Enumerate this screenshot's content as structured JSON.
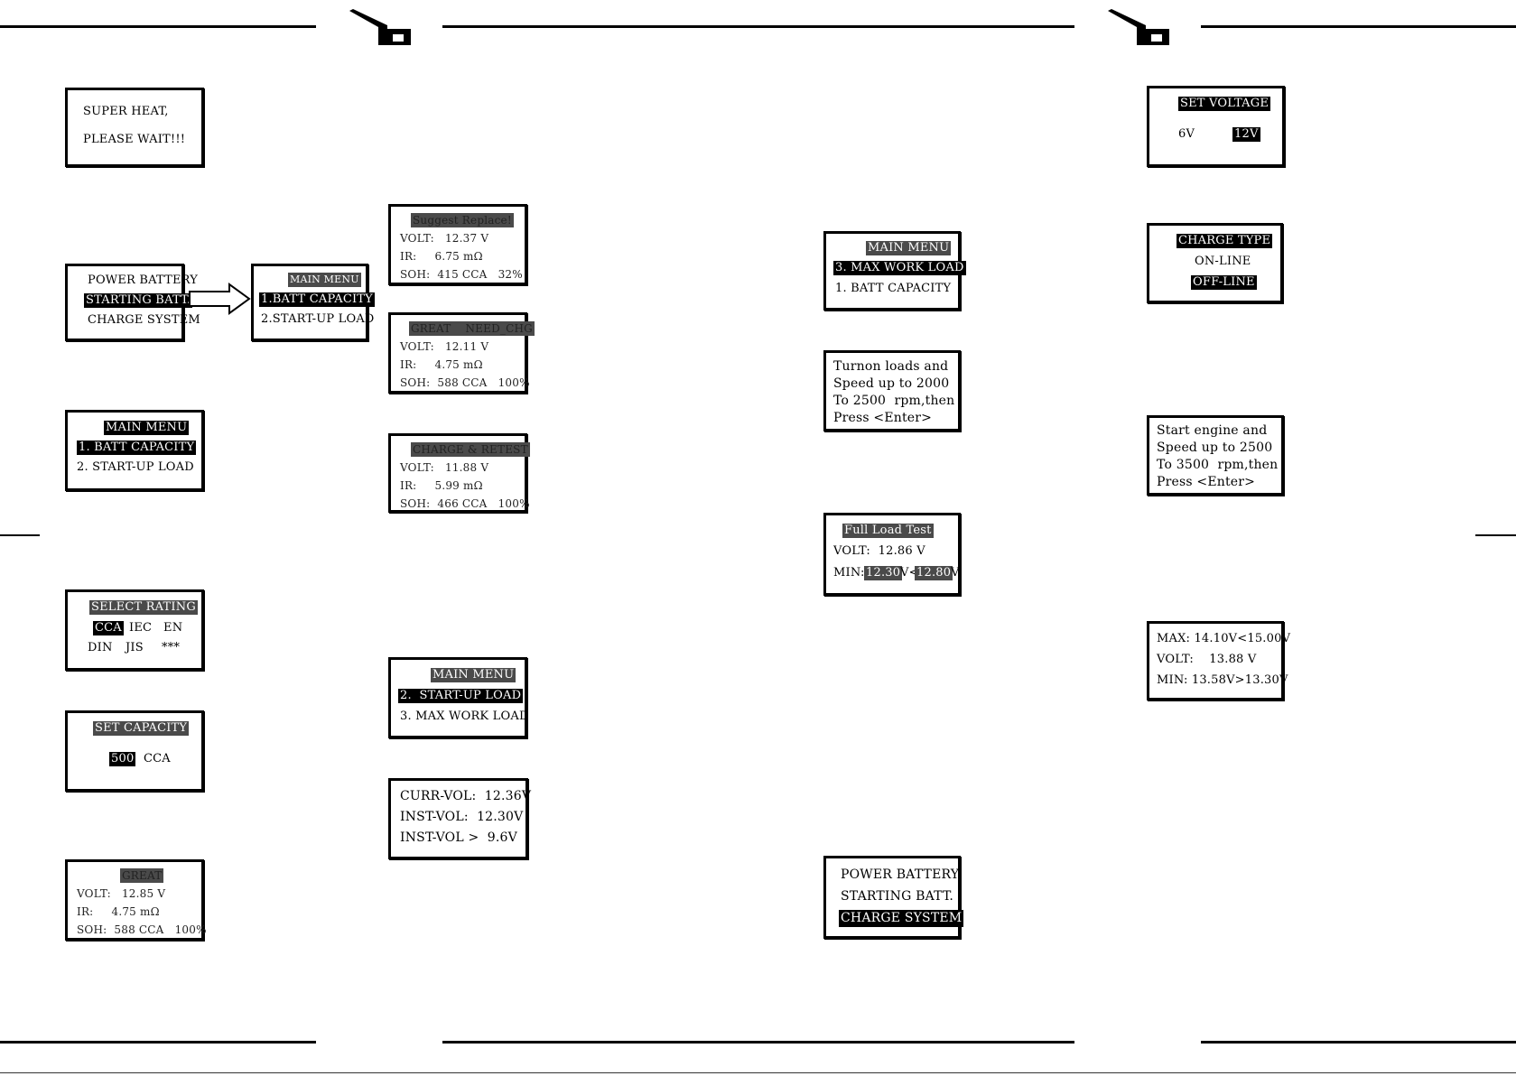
{
  "screens": {
    "super_heat": [
      "SUPER HEAT,",
      "PLEASE WAIT!!!"
    ],
    "battery_type": [
      "POWER BATTERY",
      "STARTING BATT.",
      "CHARGE SYSTEM"
    ],
    "main_menu_a": [
      "MAIN MENU",
      "1.BATT CAPACITY",
      "2.START-UP LOAD"
    ],
    "main_menu_b": [
      "MAIN MENU",
      "1. BATT CAPACITY",
      "2. START-UP LOAD"
    ],
    "select_rating": {
      "title": "SELECT RATING",
      "row1": [
        "CCA",
        "IEC",
        "EN"
      ],
      "row2": [
        "DIN",
        "JIS",
        "***"
      ]
    },
    "set_capacity": {
      "title": "SET CAPACITY",
      "value": "500",
      "unit": "CCA"
    },
    "result_great": {
      "status": "GREAT",
      "volt": "VOLT:   12.85 V",
      "ir": "IR:     4.75 mΩ",
      "soh": "SOH:  588 CCA   100%"
    },
    "result_replace": {
      "status": "Suggest Replace!",
      "volt": "VOLT:   12.37 V",
      "ir": "IR:     6.75 mΩ",
      "soh": "SOH:  415 CCA   32%"
    },
    "result_need_chg": {
      "status": "GREAT    NEED_CHG",
      "volt": "VOLT:   12.11 V",
      "ir": "IR:     4.75 mΩ",
      "soh": "SOH:  588 CCA   100%"
    },
    "result_retest": {
      "status": "CHARGE & RETEST",
      "volt": "VOLT:   11.88 V",
      "ir": "IR:     5.99 mΩ",
      "soh": "SOH:  466 CCA   100%"
    },
    "main_menu_c": [
      "MAIN MENU",
      "2.  START-UP LOAD",
      "3. MAX WORK LOAD"
    ],
    "startup_result": [
      "CURR-VOL:  12.36V",
      "INST-VOL:  12.30V",
      "INST-VOL >  9.6V"
    ],
    "main_menu_d": [
      "MAIN MENU",
      "3. MAX WORK LOAD",
      "1. BATT CAPACITY"
    ],
    "turn_on_loads": [
      "Turnon loads and",
      "Speed up to 2000",
      "To 2500  rpm,then",
      "Press <Enter>"
    ],
    "full_load": {
      "title": "Full Load Test",
      "volt": "VOLT:  12.86 V",
      "min_label": "MIN:",
      "min_a": "12.30",
      "min_mid": "V<",
      "min_b": "12.80",
      "min_end": "V"
    },
    "battery_type_b": [
      "POWER BATTERY",
      "STARTING BATT.",
      "CHARGE SYSTEM"
    ],
    "set_voltage": {
      "title": "SET VOLTAGE",
      "v6": "6V",
      "v12": "12V"
    },
    "charge_type": [
      "CHARGE TYPE",
      "ON-LINE",
      "OFF-LINE"
    ],
    "start_engine": [
      "Start engine and",
      "Speed up to 2500",
      "To 3500  rpm,then",
      "Press <Enter>"
    ],
    "charge_result": [
      "MAX: 14.10V<15.00V",
      "VOLT:    13.88 V",
      "MIN: 13.58V>13.30V"
    ]
  }
}
